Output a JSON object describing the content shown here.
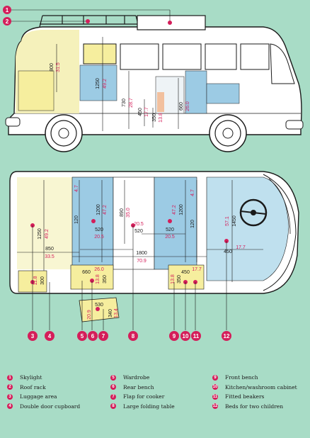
{
  "callouts": [
    {
      "num": "1",
      "label": "Skylight"
    },
    {
      "num": "2",
      "label": "Roof rack"
    },
    {
      "num": "3",
      "label": "Luggage area"
    },
    {
      "num": "4",
      "label": "Double door cupboard"
    },
    {
      "num": "5",
      "label": "Wardrobe"
    },
    {
      "num": "6",
      "label": "Rear bench"
    },
    {
      "num": "7",
      "label": "Flap for cooker"
    },
    {
      "num": "8",
      "label": "Large folding table"
    },
    {
      "num": "9",
      "label": "Front bench"
    },
    {
      "num": "10",
      "label": "Kitchen/washroom cabinet"
    },
    {
      "num": "11",
      "label": "Fitted beakers"
    },
    {
      "num": "12",
      "label": "Beds for two children"
    }
  ],
  "dimensions": {
    "side": {
      "d800": "800",
      "d800in": "31.5",
      "d1250": "1250",
      "d1250in": "49.2",
      "d730": "730",
      "d730in": "28.7",
      "d450": "450",
      "d450in": "17.7",
      "d350": "350",
      "d350in": "13.8",
      "d660": "660",
      "d660in": "26.0"
    },
    "plan": {
      "d1250": "1250",
      "d1250in": "49.2",
      "d120a": "120",
      "d47a": "4.7",
      "d1200a": "1200",
      "d472a": "47.2",
      "d520a": "520",
      "d205a": "20.5",
      "d890": "890",
      "d350": "35.0",
      "d520c": "520",
      "d205c": "20.5",
      "d520b": "520",
      "d205b": "20.5",
      "d1200b": "1200",
      "d472b": "47.2",
      "d120b": "120",
      "d47b": "4.7",
      "d1450": "1450",
      "d571": "57.1",
      "d850": "850",
      "d335": "33.5",
      "d1800": "1800",
      "d709": "70.9",
      "d450": "450",
      "d177": "17.7",
      "d660": "660",
      "d260": "26.0",
      "d300": "300",
      "d118": "11.8",
      "d350b": "350",
      "d138": "13.8",
      "d450b": "450",
      "d177b": "17.7",
      "d350c": "350",
      "d138c": "13.8",
      "d530": "530",
      "d209": "20.9",
      "d340": "340",
      "d134": "13.4"
    }
  }
}
